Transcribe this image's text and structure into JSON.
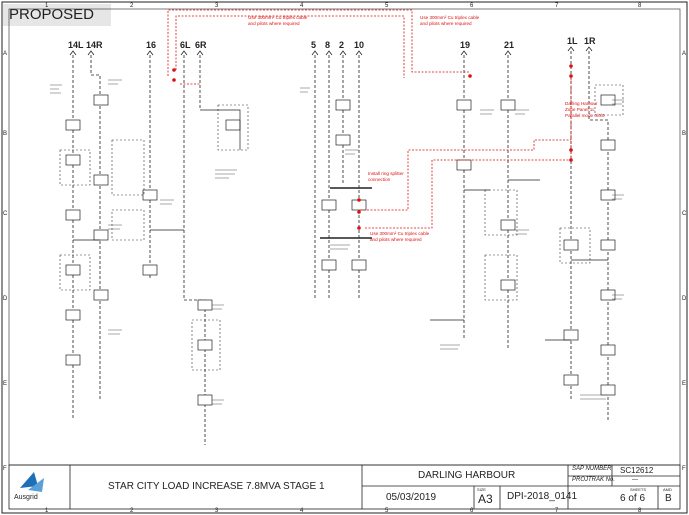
{
  "stamp": "PROPOSED",
  "feeders": {
    "f14L": "14L",
    "f14R": "14R",
    "f16": "16",
    "f6L": "6L",
    "f6R": "6R",
    "f5": "5",
    "f8": "8",
    "f2": "2",
    "f10": "10",
    "f19": "19",
    "f21": "21",
    "f1L": "1L",
    "f1R": "1R"
  },
  "grid": {
    "cols": [
      "1",
      "2",
      "3",
      "4",
      "5",
      "6",
      "7",
      "8"
    ],
    "rows": [
      "A",
      "B",
      "C",
      "D",
      "E",
      "F"
    ]
  },
  "notes": {
    "note1_line1": "Use 300mm² Cu triplex cable",
    "note1_line2": "and pilots where required",
    "note2_line1": "Use 300mm² Cu triplex cable",
    "note2_line2": "and pilots where required",
    "note3_line1": "Install ring splitter",
    "note3_line2": "connection",
    "note4_line1": "Use 300mm² Cu triplex cable",
    "note4_line2": "and pilots where required",
    "note5_line1": "Darling Harbour",
    "note5_line2": "Zone Panel 1L",
    "note5_line3": "Parallel mode 0/0/0"
  },
  "title_block": {
    "company": "Ausgrid",
    "project": "STAR CITY LOAD INCREASE 7.8MVA STAGE 1",
    "location": "DARLING HARBOUR",
    "date": "05/03/2019",
    "size_label": "SIZE",
    "size": "A3",
    "drawing_no": "DPI-2018_0141",
    "sap_label": "SAP NUMBER",
    "sap_value": "SC12612",
    "protrak_label": "PROJTRAK No.",
    "protrak_value": "—",
    "sheets_label": "SHEETS",
    "sheets_value": "6 of 6",
    "amd_label": "AMD",
    "amd_value": "B"
  },
  "colors": {
    "ink": "#222222",
    "markup": "#dd1111",
    "stamp_bg": "#e6e6e6",
    "logo": "#1d6fb8"
  }
}
